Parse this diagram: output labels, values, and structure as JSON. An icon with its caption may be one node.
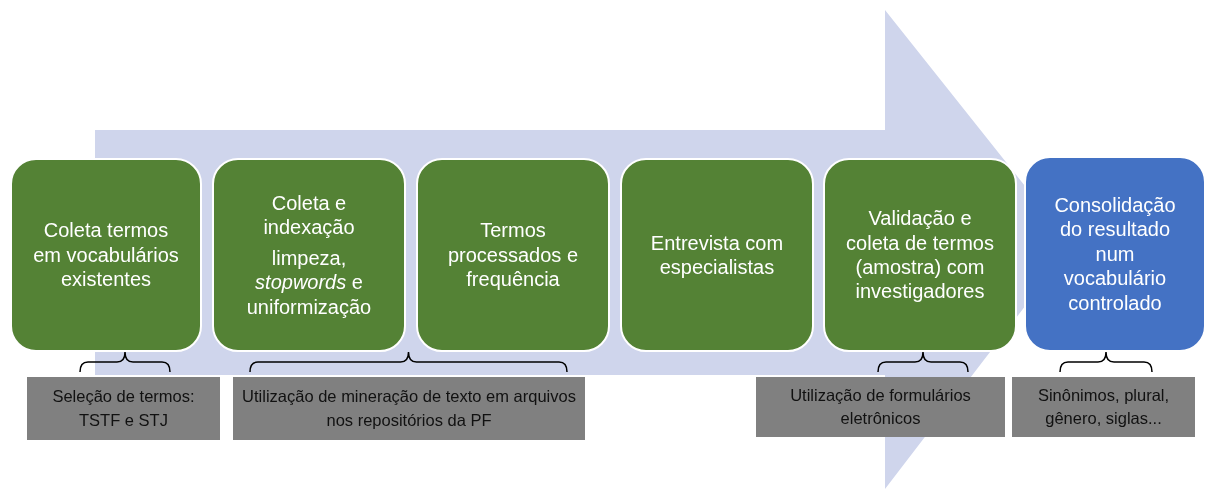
{
  "diagram": {
    "nodes": [
      {
        "text": [
          "Coleta termos em vocabulários existentes"
        ]
      },
      {
        "text": [
          "Coleta e indexação",
          "limpeza, *stopwords* e uniformização"
        ]
      },
      {
        "text": [
          "Termos processados e frequência"
        ]
      },
      {
        "text": [
          "Entrevista com especialistas"
        ]
      },
      {
        "text": [
          "Validação e coleta de termos (amostra) com investigadores"
        ]
      },
      {
        "text": [
          "Consolidação do resultado num vocabulário controlado"
        ]
      },
      {
        "text": [
          "Seleção de termos: TSTF e STJ"
        ]
      },
      {
        "text": [
          "Utilização de mineração de texto em arquivos nos repositórios da PF"
        ]
      },
      {
        "text": [
          "Utilização de formulários eletrônicos"
        ]
      },
      {
        "text": [
          "Sinônimos, plural, gênero, siglas..."
        ]
      }
    ],
    "edges": [
      {
        "from": 0,
        "to": 5,
        "arrow": "to"
      }
    ]
  }
}
